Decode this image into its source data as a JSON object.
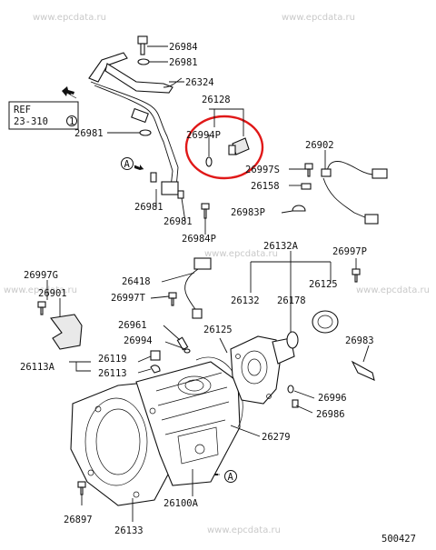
{
  "watermark": "www.epcdata.ru",
  "ref_box": {
    "line1": "REF",
    "line2": "23-310",
    "circle": "1"
  },
  "arrow_markers": [
    "A",
    "A"
  ],
  "drawing_number": "500427",
  "part_labels": [
    "26984",
    "26981",
    "26324",
    "26128",
    "26994P",
    "26981",
    "26902",
    "26997S",
    "26158",
    "26981",
    "26983P",
    "26981",
    "26984P",
    "26132A",
    "26997P",
    "26997G",
    "26901",
    "26418",
    "26997T",
    "26132",
    "26178",
    "26125",
    "26961",
    "26994",
    "26125",
    "26983",
    "26119",
    "26113A",
    "26113",
    "26996",
    "26986",
    "26279",
    "26100A",
    "26897",
    "26133"
  ]
}
